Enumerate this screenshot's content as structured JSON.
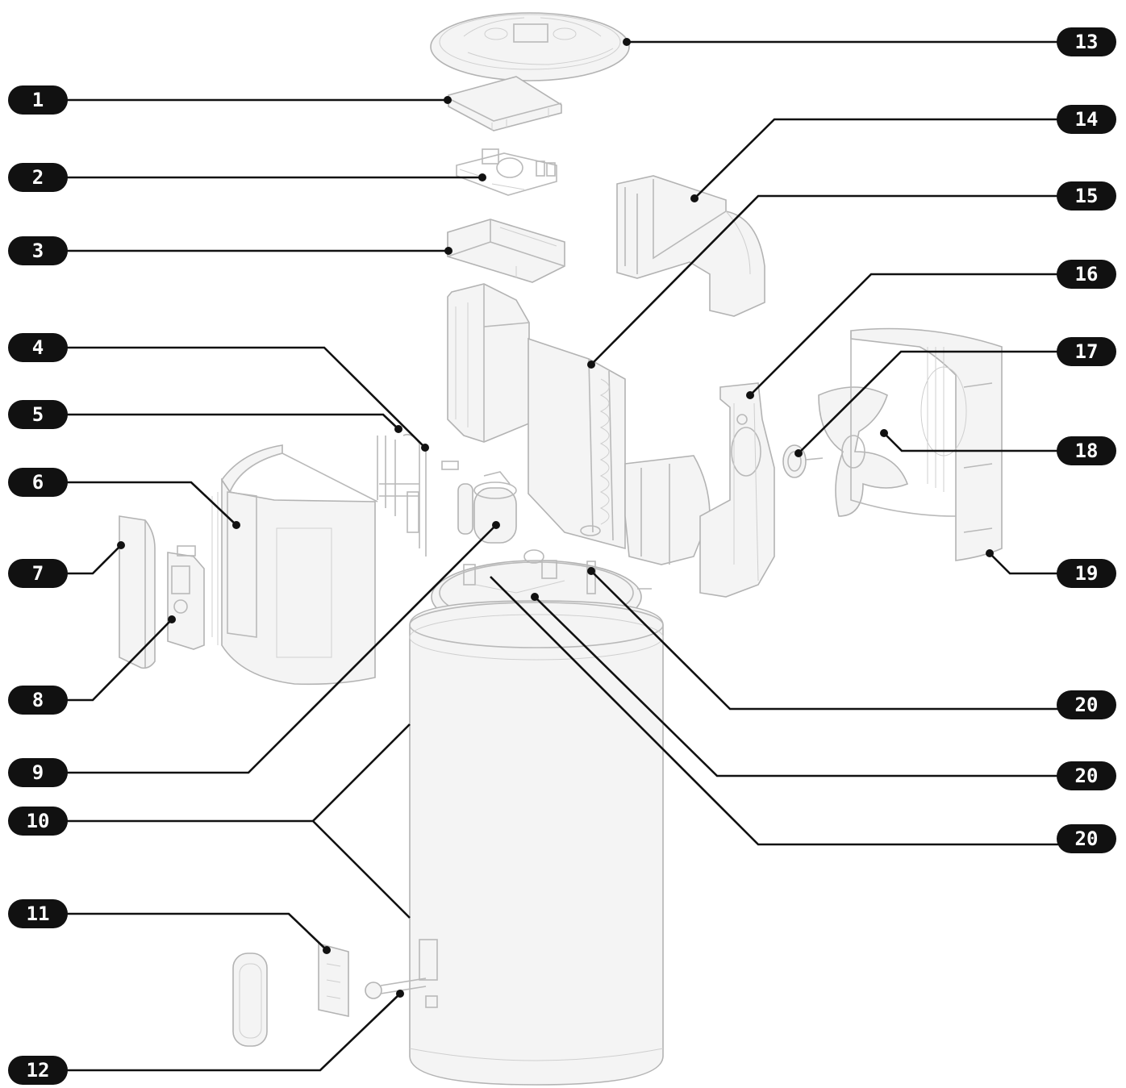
{
  "callouts": [
    {
      "label": "1",
      "side": "left"
    },
    {
      "label": "2",
      "side": "left"
    },
    {
      "label": "3",
      "side": "left"
    },
    {
      "label": "4",
      "side": "left"
    },
    {
      "label": "5",
      "side": "left"
    },
    {
      "label": "6",
      "side": "left"
    },
    {
      "label": "7",
      "side": "left"
    },
    {
      "label": "8",
      "side": "left"
    },
    {
      "label": "9",
      "side": "left"
    },
    {
      "label": "10",
      "side": "left"
    },
    {
      "label": "11",
      "side": "left"
    },
    {
      "label": "12",
      "side": "left"
    },
    {
      "label": "13",
      "side": "right"
    },
    {
      "label": "14",
      "side": "right"
    },
    {
      "label": "15",
      "side": "right"
    },
    {
      "label": "16",
      "side": "right"
    },
    {
      "label": "17",
      "side": "right"
    },
    {
      "label": "18",
      "side": "right"
    },
    {
      "label": "19",
      "side": "right"
    },
    {
      "label": "20",
      "side": "right"
    },
    {
      "label": "20",
      "side": "right"
    },
    {
      "label": "20",
      "side": "right"
    }
  ],
  "colors": {
    "callout_fill": "#111111",
    "callout_text": "#ffffff",
    "drawing_line": "#b9b9b9"
  }
}
